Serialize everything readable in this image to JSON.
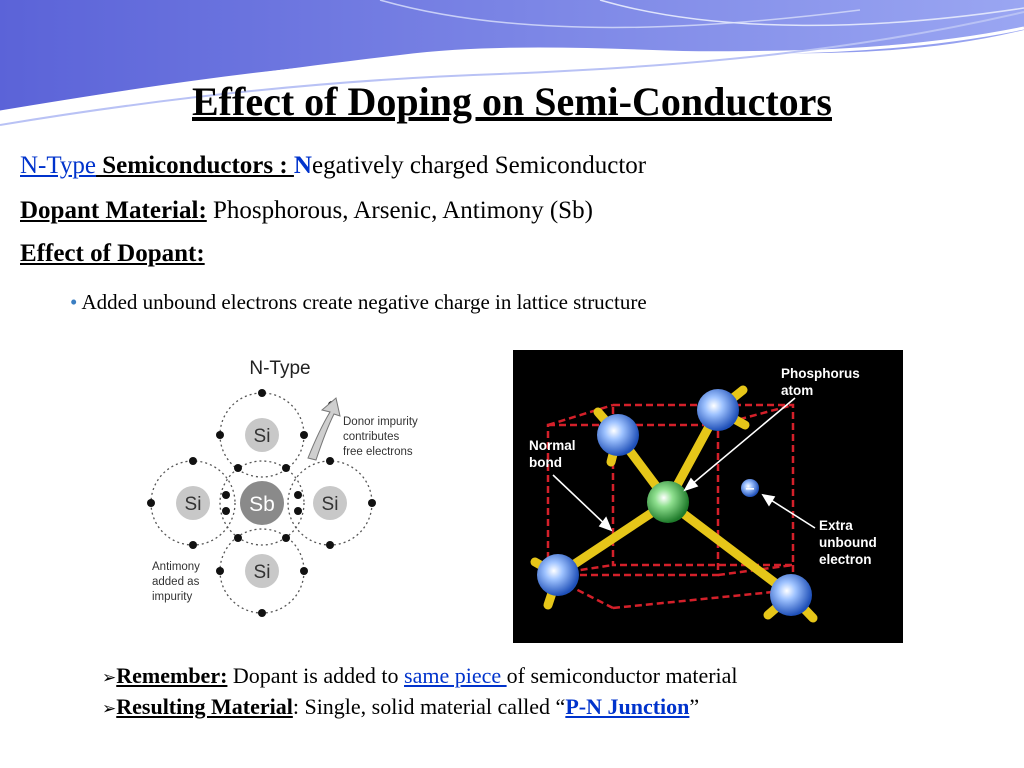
{
  "title": "Effect of Doping on Semi-Conductors",
  "line1": {
    "ntype": "N-Type",
    "semis": " Semiconductors : ",
    "n_letter": "N",
    "rest": "egatively charged Semiconductor"
  },
  "line2": {
    "label": "Dopant Material:",
    "value": " Phosphorous, Arsenic, Antimony (Sb)"
  },
  "line3": {
    "label": "Effect of Dopant:"
  },
  "bullet": {
    "marker": "•",
    "text": " Added unbound electrons create negative charge in lattice structure"
  },
  "diagram": {
    "title": "N-Type",
    "center": "Sb",
    "atoms": [
      "Si",
      "Si",
      "Si",
      "Si"
    ],
    "donor_note": [
      "Donor impurity",
      "contributes",
      "free electrons"
    ],
    "antimony_note": [
      "Antimony",
      "added as",
      "impurity"
    ]
  },
  "lattice": {
    "phosphorus_label": [
      "Phosphorus",
      "atom"
    ],
    "normal_bond_label": [
      "Normal",
      "bond"
    ],
    "extra_electron_label": [
      "Extra",
      "unbound",
      "electron"
    ],
    "electron_sign": "−"
  },
  "remember": {
    "arrow": "➢",
    "label": "Remember:",
    "text1": " Dopant is added to ",
    "link": "same piece ",
    "text2": "of semiconductor material"
  },
  "resulting": {
    "arrow": "➢",
    "label": "Resulting Material",
    "text1": ": Single, solid material called “",
    "link": "P-N Junction",
    "text2": "”"
  },
  "colors": {
    "accent_blue": "#0033cc",
    "banner_blue": "#6f7fe0",
    "bond_yellow": "#e6c619",
    "cell_red": "#d4202a"
  }
}
